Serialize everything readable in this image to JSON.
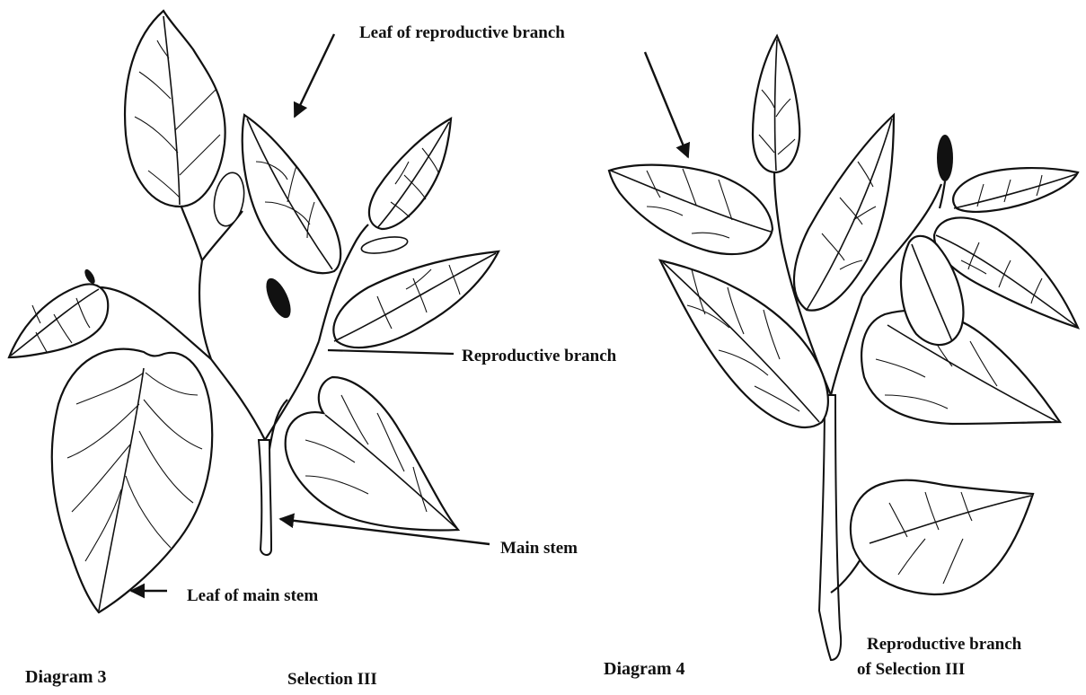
{
  "labels": {
    "leaf_reproductive_branch": "Leaf of reproductive branch",
    "reproductive_branch": "Reproductive branch",
    "main_stem": "Main stem",
    "leaf_main_stem": "Leaf of main stem",
    "diagram3": "Diagram 3",
    "selection3": "Selection III",
    "diagram4": "Diagram 4",
    "repro_branch_sel3_line1": "Reproductive branch",
    "repro_branch_sel3_line2": "of  Selection III"
  }
}
